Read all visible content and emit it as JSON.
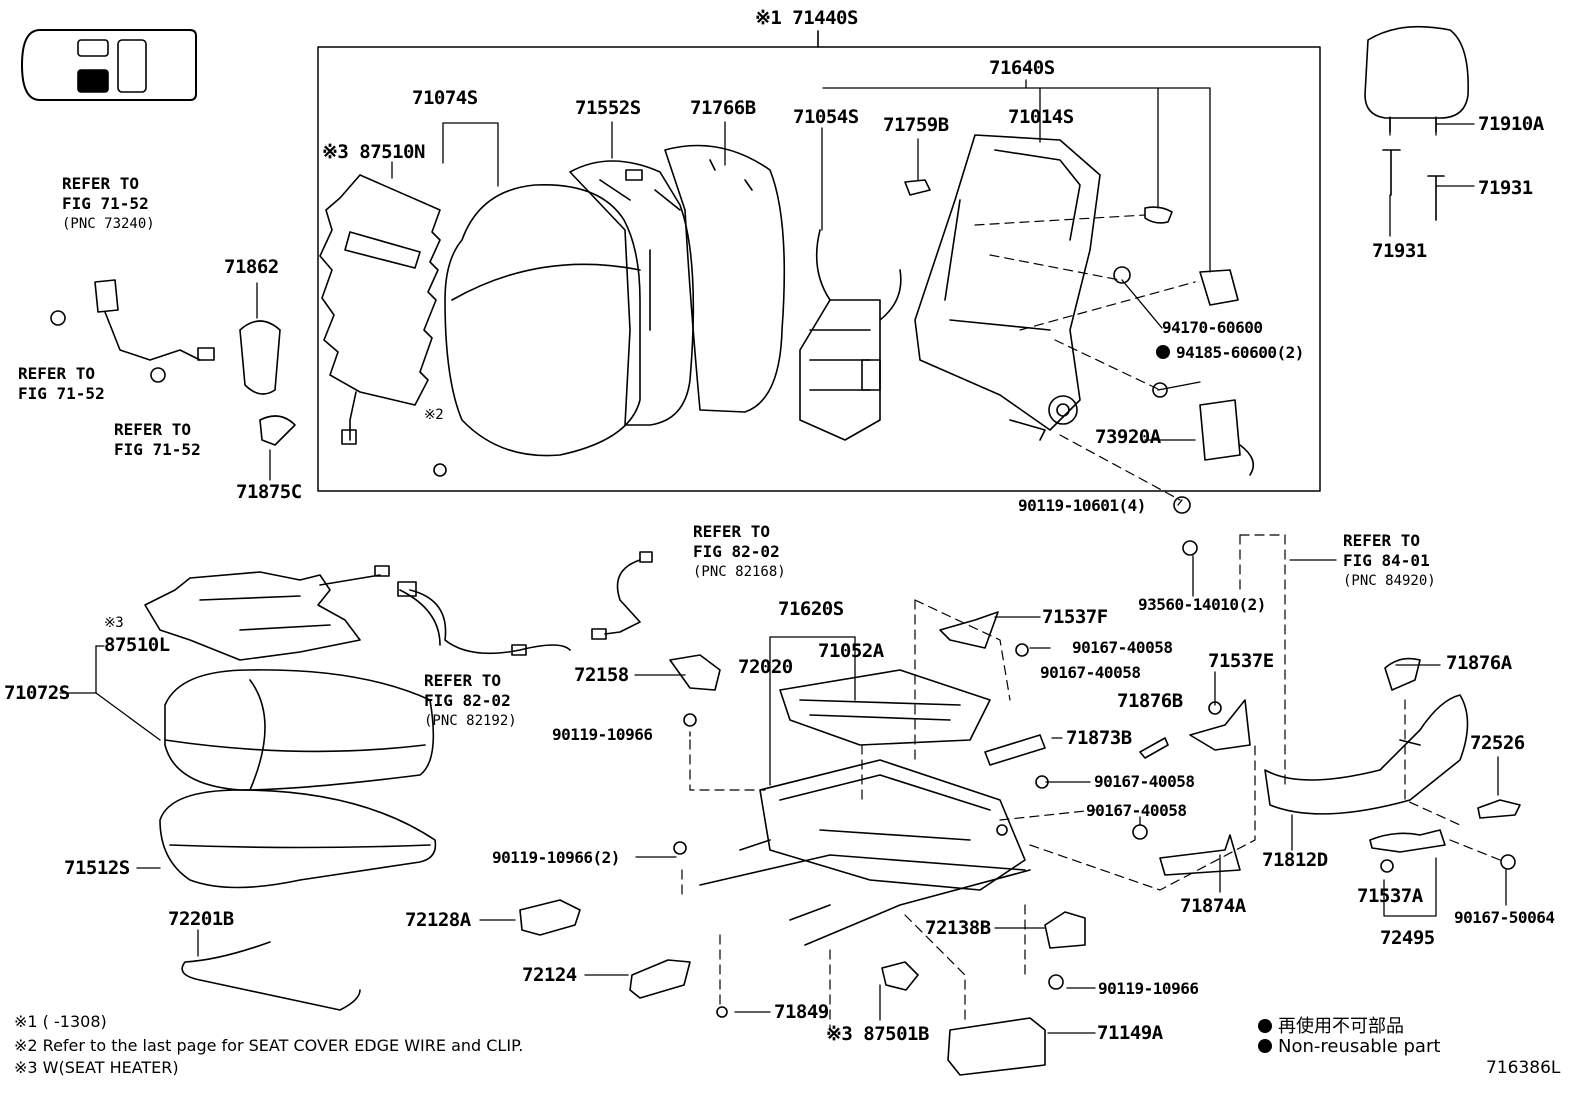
{
  "labels": {
    "assy_71440S": "※1 71440S",
    "p71074S": "71074S",
    "p87510N": "※3 87510N",
    "p71552S": "71552S",
    "p71766B": "71766B",
    "p71054S": "71054S",
    "p71759B": "71759B",
    "p71640S": "71640S",
    "p71014S": "71014S",
    "p94170": "94170-60600",
    "p94185": "94185-60600(2)",
    "p73920A": "73920A",
    "p90119_10601": "90119-10601(4)",
    "mark2": "※2",
    "p71862": "71862",
    "p71875C": "71875C",
    "p71910A": "71910A",
    "p71931a": "71931",
    "p71931b": "71931",
    "p93560": "93560-14010(2)",
    "p71620S": "71620S",
    "p72158": "72158",
    "p72020": "72020",
    "p71052A": "71052A",
    "p71537F": "71537F",
    "p90167_a": "90167-40058",
    "p90167_b": "90167-40058",
    "p71537E": "71537E",
    "p71876B": "71876B",
    "p71873B": "71873B",
    "p90167_c": "90167-40058",
    "p90167_d": "90167-40058",
    "p71876A": "71876A",
    "p72526": "72526",
    "p71812D": "71812D",
    "p71537A": "71537A",
    "p72495": "72495",
    "p90167_50064": "90167-50064",
    "p71874A": "71874A",
    "p87510L_mark": "※3",
    "p87510L": "87510L",
    "p71072S": "71072S",
    "p71512S": "71512S",
    "p72201B": "72201B",
    "p90119_10966a": "90119-10966",
    "p90119_10966b": "90119-10966(2)",
    "p90119_10966c": "90119-10966",
    "p72128A": "72128A",
    "p72124": "72124",
    "p71849": "71849",
    "p87501B": "※3 87501B",
    "p72138B": "72138B",
    "p71149A": "71149A"
  },
  "refs": {
    "r1": {
      "line1": "REFER TO",
      "line2": "FIG 71-52",
      "pnc": "(PNC 73240)"
    },
    "r2": {
      "line1": "REFER TO",
      "line2": "FIG 71-52"
    },
    "r3": {
      "line1": "REFER TO",
      "line2": "FIG 71-52"
    },
    "r4": {
      "line1": "REFER TO",
      "line2": "FIG 82-02",
      "pnc": "(PNC 82168)"
    },
    "r5": {
      "line1": "REFER TO",
      "line2": "FIG 82-02",
      "pnc": "(PNC 82192)"
    },
    "r6": {
      "line1": "REFER TO",
      "line2": "FIG 84-01",
      "pnc": "(PNC 84920)"
    }
  },
  "notes": {
    "n1": "※1 (      -1308)",
    "n2": "※2 Refer to the last page for SEAT COVER EDGE WIRE and CLIP.",
    "n3": "※3 W(SEAT HEATER)"
  },
  "legend": {
    "japanese": "再使用不可部品",
    "english": "Non-reusable part"
  },
  "figure_id": "716386L",
  "colors": {
    "ink": "#000000",
    "background": "#ffffff"
  }
}
